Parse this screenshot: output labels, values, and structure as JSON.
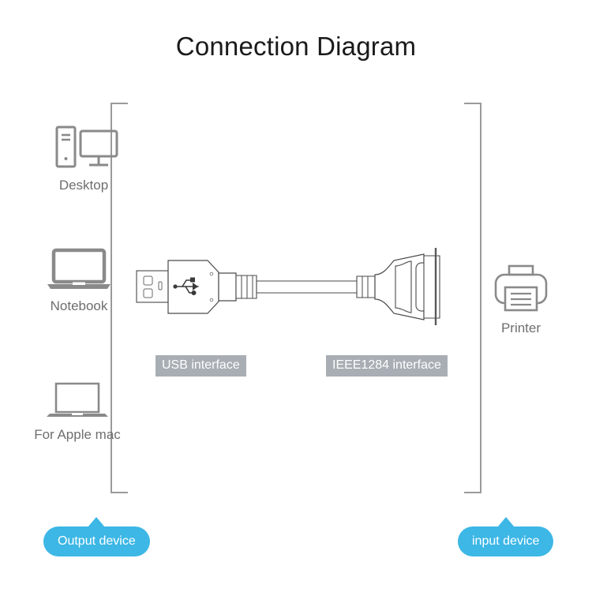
{
  "page": {
    "title": "Connection Diagram",
    "background": "#ffffff"
  },
  "colors": {
    "badge_blue": "#3cb7e6",
    "label_gray": "#a8aeb4",
    "icon_gray": "#8a8a8a",
    "bracket_gray": "#9a9a9a",
    "caption_gray": "#6e6e6e",
    "title_black": "#1a1a1a"
  },
  "left_group": {
    "bracket_name": "output-devices-bracket",
    "badge": "Output device",
    "devices": [
      {
        "id": "desktop",
        "label": "Desktop",
        "icon": "desktop-computer-icon"
      },
      {
        "id": "notebook",
        "label": "Notebook",
        "icon": "laptop-icon"
      },
      {
        "id": "mac",
        "label": "For Apple mac",
        "icon": "macbook-icon"
      }
    ]
  },
  "right_group": {
    "bracket_name": "input-devices-bracket",
    "badge": "input device",
    "devices": [
      {
        "id": "printer",
        "label": "Printer",
        "icon": "printer-icon"
      }
    ]
  },
  "cable": {
    "name": "usb-to-ieee1284-cable",
    "left_connector": {
      "icon": "usb-a-connector-icon",
      "label": "USB interface"
    },
    "right_connector": {
      "icon": "ieee1284-centronics-connector-icon",
      "label": "IEEE1284 interface"
    }
  }
}
